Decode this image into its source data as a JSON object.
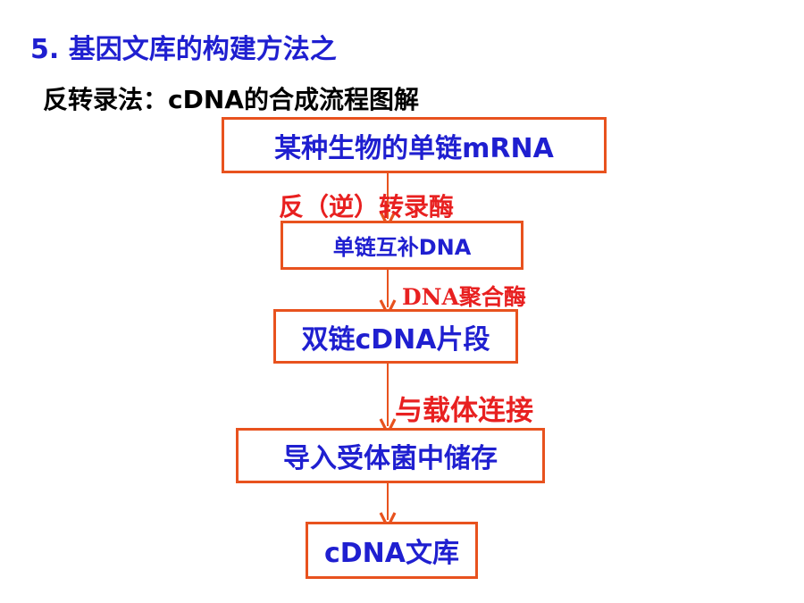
{
  "heading": {
    "title": "5. 基因文库的构建方法之",
    "subtitle": "反转录法：cDNA的合成流程图解"
  },
  "flow": {
    "box1": "某种生物的单链mRNA",
    "step1": "反（逆）转录酶",
    "box2": "单链互补DNA",
    "step2": "DNA聚合酶",
    "box3": "双链cDNA片段",
    "step3": "与载体连接",
    "box4": "导入受体菌中储存",
    "box5": "cDNA文库"
  },
  "colors": {
    "title_text": "#1f1fd0",
    "box_border": "#e8521e",
    "step_text": "#e82020",
    "arrow": "#e8521e"
  }
}
